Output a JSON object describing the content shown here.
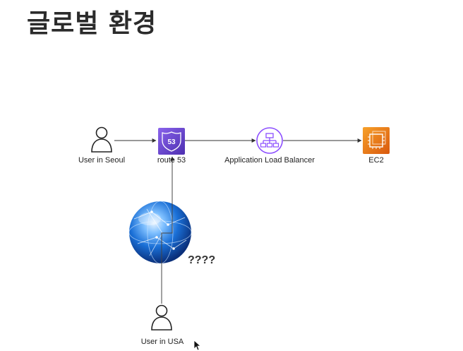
{
  "slide": {
    "title": "글로벌 환경"
  },
  "diagram": {
    "nodes": {
      "user_seoul": {
        "label": "User in Seoul",
        "icon": "user-icon"
      },
      "route53": {
        "label": "route 53",
        "icon": "route53-icon",
        "badge": "53",
        "color": "#6b4cd4"
      },
      "alb": {
        "label": "Application Load Balancer",
        "icon": "load-balancer-icon",
        "color": "#8c4fff"
      },
      "ec2": {
        "label": "EC2",
        "icon": "ec2-icon",
        "color": "#ec7211"
      },
      "user_usa": {
        "label": "User in USA",
        "icon": "user-icon"
      },
      "internet": {
        "icon": "globe-icon"
      }
    },
    "annotation": "????",
    "edges": [
      {
        "from": "user_seoul",
        "to": "route53"
      },
      {
        "from": "route53",
        "to": "alb"
      },
      {
        "from": "alb",
        "to": "ec2"
      },
      {
        "from": "user_usa",
        "to": "route53"
      }
    ]
  }
}
